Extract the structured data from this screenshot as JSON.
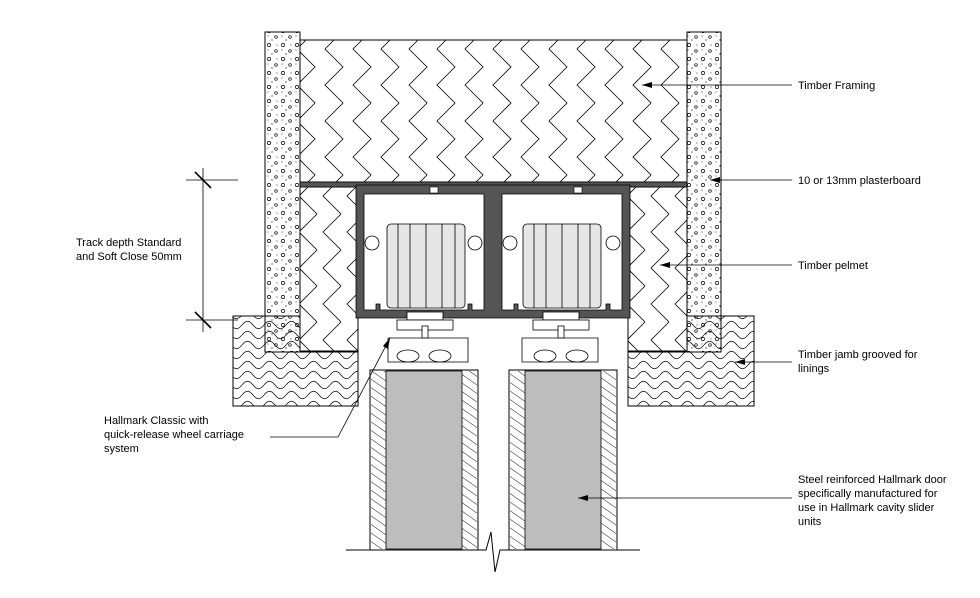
{
  "labels": {
    "timber_framing": "Timber Framing",
    "plasterboard": "10 or 13mm plasterboard",
    "track_depth_line1": "Track depth Standard",
    "track_depth_line2": "and Soft Close 50mm",
    "timber_pelmet": "Timber pelmet",
    "jamb_line1": "Timber jamb grooved for",
    "jamb_line2": "linings",
    "hallmark_line1": "Hallmark Classic with",
    "hallmark_line2": "quick-release wheel carriage",
    "hallmark_line3": "system",
    "door_line1": "Steel reinforced Hallmark door",
    "door_line2": "specifically manufactured for",
    "door_line3": "use in Hallmark cavity slider",
    "door_line4": "units"
  },
  "colors": {
    "track": "#555555",
    "door_core": "#bdbdbd",
    "wheel": "#e6e6e6",
    "line": "#000000"
  }
}
